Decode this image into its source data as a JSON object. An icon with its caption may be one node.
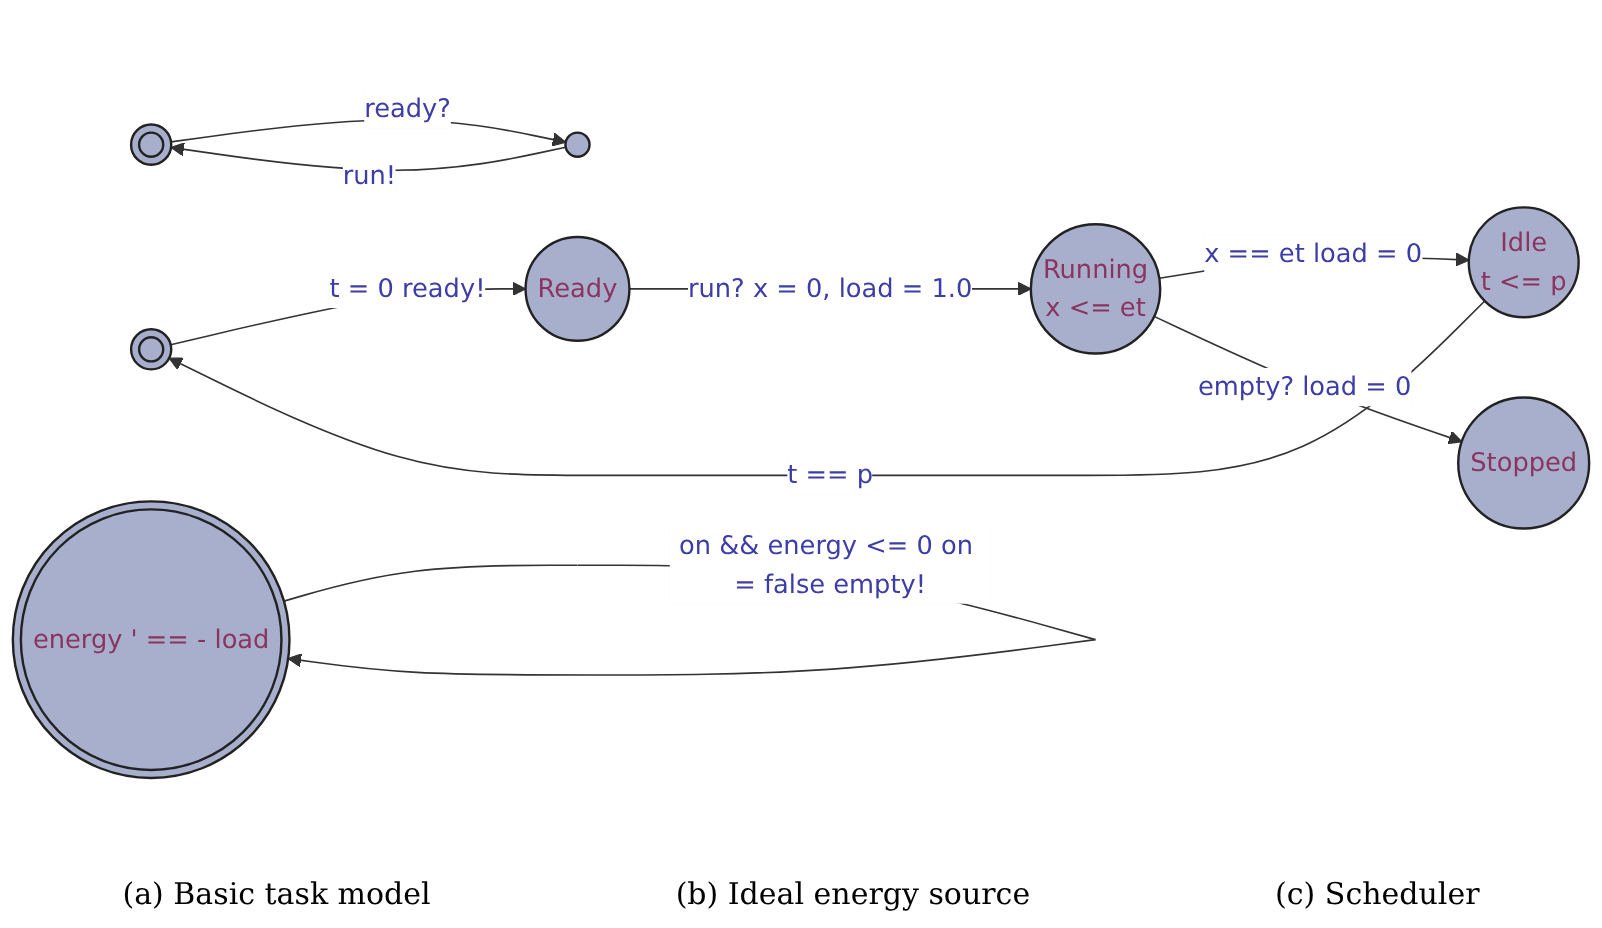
{
  "diagram": {
    "nodes": [
      {
        "text": [],
        "shape": "circle"
      },
      {
        "text": [
          "Ready"
        ]
      },
      {
        "text": [
          "Idle",
          "t <= p"
        ]
      },
      {
        "text": [
          "Running",
          "x <= et"
        ]
      },
      {
        "text": [
          "Stopped"
        ]
      },
      {
        "text": [
          "energy ' == - load"
        ]
      },
      {
        "text": [],
        "shape": "circle"
      },
      {
        "text": [],
        "shape": "circle"
      }
    ],
    "edges": [
      {
        "from": 0,
        "to": 1,
        "arrow": "to",
        "label": "t = 0 ready!"
      },
      {
        "from": 1,
        "to": 3,
        "arrow": "to",
        "label": "run? x = 0, load = 1.0"
      },
      {
        "from": 3,
        "to": 2,
        "arrow": "to",
        "label": "x == et load = 0"
      },
      {
        "from": 2,
        "to": 0,
        "arrow": "to",
        "label": "t == p"
      },
      {
        "from": 3,
        "to": 4,
        "arrow": "to",
        "label": "empty? load = 0"
      },
      {
        "from": 5,
        "to": 5,
        "arrow": "to",
        "label": "on && energy <= 0 on = false empty!"
      },
      {
        "from": 6,
        "to": 7,
        "arrow": "to",
        "label": "ready?"
      },
      {
        "from": 7,
        "to": 6,
        "arrow": "to",
        "label": "run!"
      }
    ],
    "labels": [
      "(a) Basic task model",
      "(b) Ideal energy source",
      "(c) Scheduler"
    ]
  }
}
